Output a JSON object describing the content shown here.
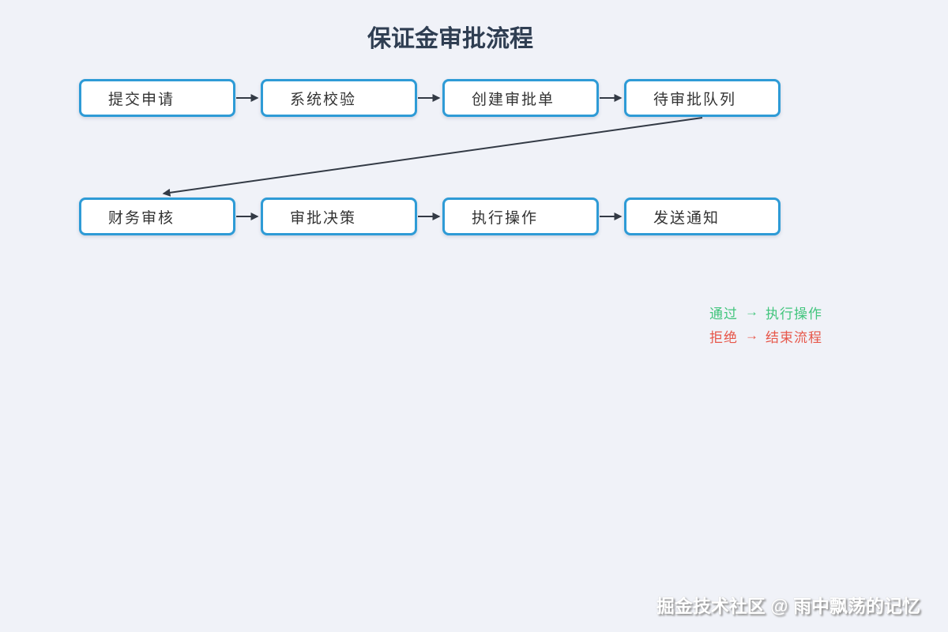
{
  "page": {
    "title": "保证金审批流程",
    "background": "#f0f2f8"
  },
  "flow": {
    "rows": [
      {
        "nodes": [
          "提交申请",
          "系统校验",
          "创建审批单",
          "待审批队列"
        ]
      },
      {
        "nodes": [
          "财务审核",
          "审批决策",
          "执行操作",
          "发送通知"
        ]
      }
    ],
    "node_border_color": "#2e9bd6",
    "node_text_color": "#333333",
    "arrow_color": "#333a45"
  },
  "legend": {
    "items": [
      {
        "label": "通过",
        "arrow": "→",
        "target": "执行操作",
        "color": "#42c57d"
      },
      {
        "label": "拒绝",
        "arrow": "→",
        "target": "结束流程",
        "color": "#e7574a"
      }
    ]
  },
  "watermark": {
    "text": "掘金技术社区 @ 雨中飘荡的记忆"
  }
}
